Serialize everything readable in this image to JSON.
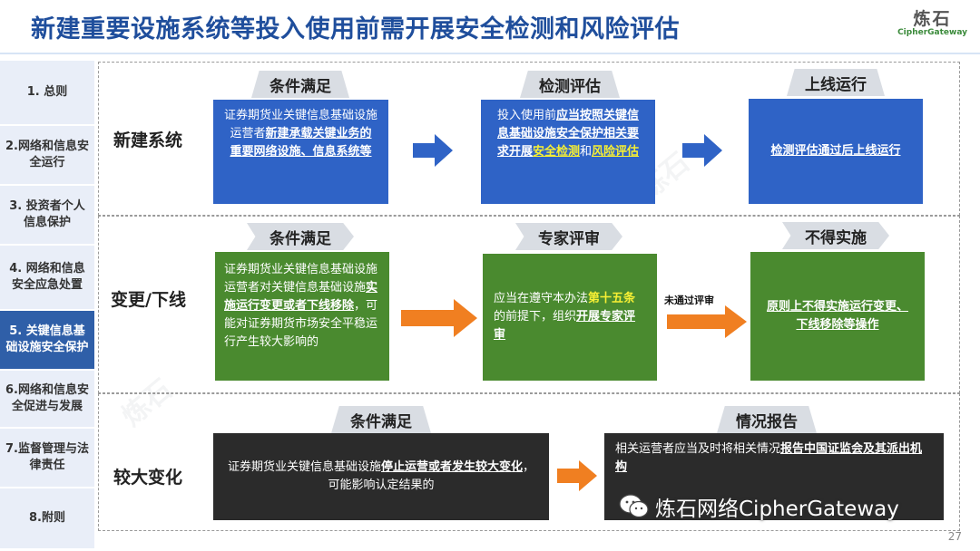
{
  "title": "新建重要设施系统等投入使用前需开展安全检测和风险评估",
  "logo": {
    "cn": "炼石",
    "en": "CipherGateway"
  },
  "sidebar": [
    {
      "label": "1. 总则"
    },
    {
      "label": "2.网络和信息安全运行"
    },
    {
      "label": "3. 投资者个人信息保护"
    },
    {
      "label": "4. 网络和信息安全应急处置"
    },
    {
      "label": "5. 关键信息基础设施安全保护",
      "active": true
    },
    {
      "label": "6.网络和信息安全促进与发展"
    },
    {
      "label": "7.监督管理与法律责任"
    },
    {
      "label": "8.附则"
    }
  ],
  "rows": {
    "new": {
      "label": "新建系统",
      "tag1": "条件满足",
      "tag2": "检测评估",
      "tag3": "上线运行",
      "box1": {
        "p1": "证券期货业关键信息基础设施运营者",
        "p2": "新建承载关键业务的重要网络设施、信息系统",
        "p3": "等"
      },
      "box2": {
        "p1": "投入使用前",
        "p2": "应当按照关键信息基础设施安全保护相关要求开展",
        "p3": "安全检测",
        "p4": "和",
        "p5": "风险评估"
      },
      "box3": {
        "p1": "检测评估通过后上线运行"
      }
    },
    "change": {
      "label": "变更/下线",
      "tag1": "条件满足",
      "tag2": "专家评审",
      "tag3": "不得实施",
      "arrow_label": "未通过评审",
      "box1": {
        "p1": "证券期货业关键信息基础设施运营者对关键信息基础设施",
        "p2": "实施运行变更或者下线移除",
        "p3": "，可能对证券期货市场安全平稳运行产生较大影响的"
      },
      "box2": {
        "p1": "应当在遵守本办法",
        "p2": "第十五条",
        "p3": "的前提下，组织",
        "p4": "开展专家评审"
      },
      "box3": {
        "p1": "原则上不得实施运行变更、下线移除等操作"
      }
    },
    "major": {
      "label": "较大变化",
      "tag1": "条件满足",
      "tag2": "情况报告",
      "box1": {
        "p1": "证券期货业关键信息基础设施",
        "p2": "停止运营或者发生较大变化",
        "p3": "，可能影响认定结果的"
      },
      "box2": {
        "p1": "相关运营者应当及时将相关情况",
        "p2": "报告中国证监会及其派出机构"
      }
    }
  },
  "wechat_caption": "炼石网络CipherGateway",
  "page_number": "27",
  "colors": {
    "title": "#1f4e9c",
    "blue_box": "#2f63c6",
    "green_box": "#4a8a2f",
    "dark_box": "#2b2b2b",
    "arrow_blue": "#2f63c6",
    "arrow_orange": "#f07f21",
    "highlight": "#f6ef34"
  }
}
